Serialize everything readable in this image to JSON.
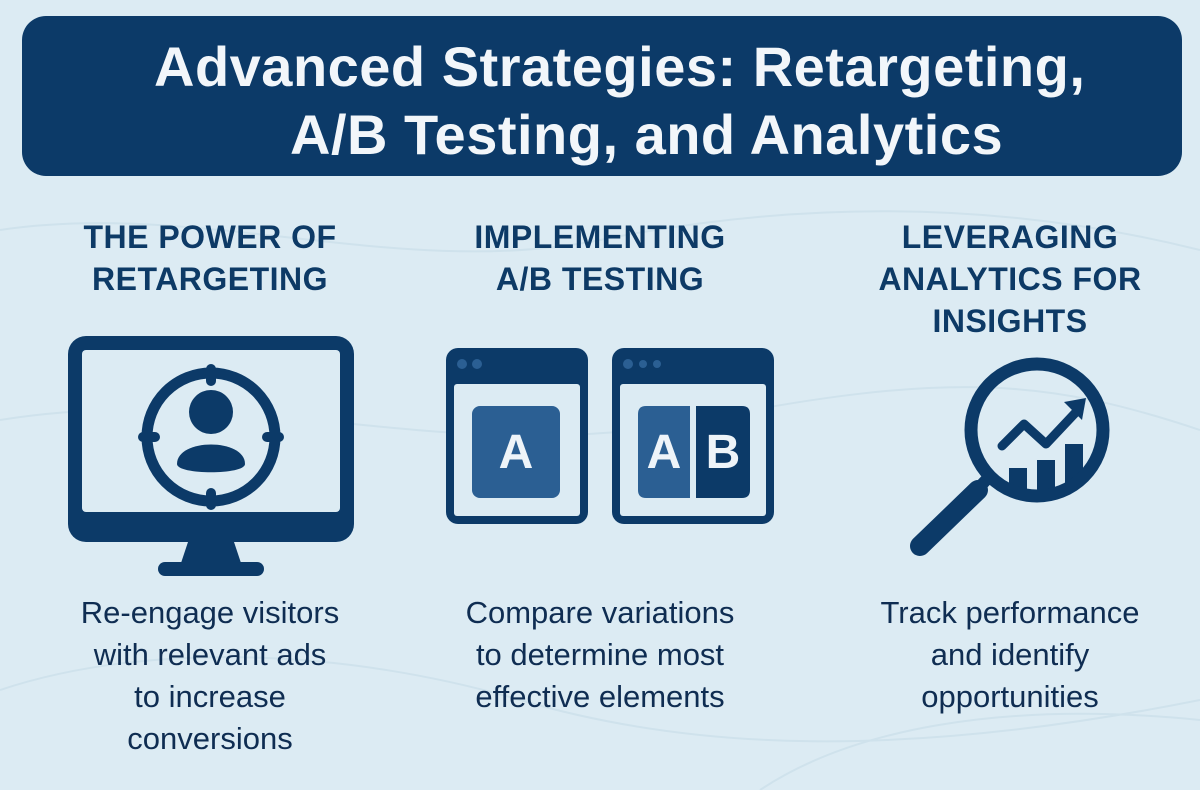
{
  "title": {
    "line1": "Advanced Strategies: Retargeting,",
    "line2": "A/B Testing, and Analytics"
  },
  "colors": {
    "primary": "#0c3a68",
    "background": "#dcebf3",
    "accent_medium": "#2b5f93",
    "title_text": "#f2f6fa"
  },
  "sections": [
    {
      "heading_line1": "THE POWER OF",
      "heading_line2": "RETARGETING",
      "icon": "monitor-target-user-icon",
      "body_lines": [
        "Re-engage visitors",
        "with relevant ads",
        "to increase",
        "conversions"
      ]
    },
    {
      "heading_line1": "IMPLEMENTING",
      "heading_line2": "A/B TESTING",
      "icon": "ab-test-windows-icon",
      "icon_labels": {
        "a_single": "A",
        "a_split": "A",
        "b_split": "B"
      },
      "body_lines": [
        "Compare variations",
        "to determine most",
        "effective elements"
      ]
    },
    {
      "heading_line1": "LEVERAGING",
      "heading_line2": "ANALYTICS FOR",
      "heading_line3": "INSIGHTS",
      "icon": "magnifier-chart-icon",
      "body_lines": [
        "Track performance",
        "and identify",
        "opportunities"
      ]
    }
  ]
}
